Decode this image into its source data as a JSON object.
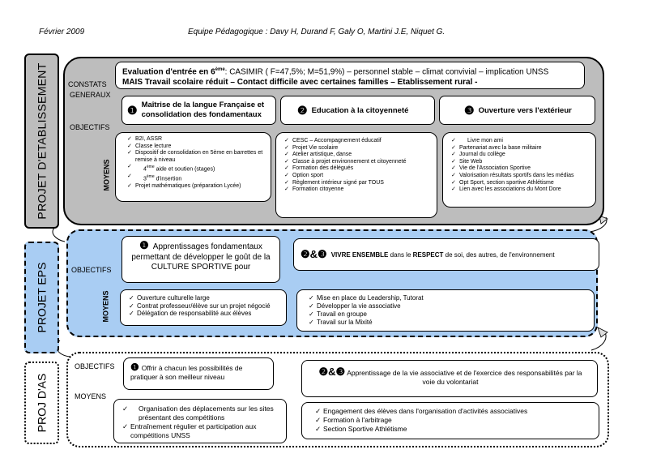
{
  "header": {
    "date": "Février 2009",
    "team": "Equipe Pédagogique : Davy H, Durand F, Galy O, Martini J.E, Niquet G."
  },
  "etablissement": {
    "side_label": "PROJET D'ETABLISSEMENT",
    "constats_label_1": "CONSTATS",
    "constats_label_2": "GENERAUX",
    "objectifs_label": "OBJECTIFS",
    "moyens_label": "MOYENS",
    "constats_line1_bold": "Evaluation d'entrée en 6",
    "constats_sup": "ème",
    "constats_line1_rest": ": CASIMIR ( F=47,5%; M=51,9%) – personnel stable – climat convivial – implication UNSS",
    "constats_line2": "MAIS Travail scolaire réduit – Contact difficile avec certaines familles – Etablissement rural -",
    "objectives": [
      {
        "num": "❶",
        "text": "Maîtrise de la langue Française et consolidation des fondamentaux"
      },
      {
        "num": "❷",
        "text": "Education à la citoyenneté"
      },
      {
        "num": "❸",
        "text": "Ouverture vers l'extérieur"
      }
    ],
    "moyens1": {
      "i1": "B2I, ASSR",
      "i2": "Classe lecture",
      "i3": "Dispositif de consolidation en 5ème en barrettes et remise à niveau",
      "i4_num": "4",
      "i4_sup": "ème",
      "i4_rest": " aide et soutien (stages)",
      "i5_num": "3",
      "i5_sup": "ème",
      "i5_rest": " d'insertion",
      "i6": "Projet mathématiques (préparation Lycée)"
    },
    "moyens2": [
      "CESC – Accompagnement éducatif",
      "Projet Vie scolaire",
      "Atelier artistique, danse",
      "Classe à projet environnement et citoyenneté",
      "Formation des délégués",
      "Option sport",
      "Règlement intérieur signé par TOUS",
      "Formation citoyenne"
    ],
    "moyens3": [
      "Livre mon ami",
      "Partenariat avec la base militaire",
      "Journal du collège",
      "Site Web",
      "Vie de l'Association Sportive",
      "Valorisation résultats sportifs dans les médias",
      "Opt Sport, section sportive Athlétisme",
      "Lien avec les associations du Mont Dore"
    ]
  },
  "eps": {
    "side_label": "PROJET EPS",
    "objectifs_label": "OBJECTIFS",
    "moyens_label": "MOYENS",
    "obj1_num": "❶",
    "obj1_text": "Apprentissages fondamentaux permettant de développer le goût de la CULTURE SPORTIVE pour",
    "obj2_num": "❷&❸",
    "obj2_pre": "VIVRE ENSEMBLE",
    "obj2_mid": " dans le ",
    "obj2_bold": "RESPECT",
    "obj2_post": " de soi, des autres, de l'environnement",
    "moyens1": [
      "Ouverture culturelle large",
      "Contrat professeur/élève sur un projet négocié",
      "Délégation de responsabilité aux élèves"
    ],
    "moyens2": [
      "Mise en place du Leadership, Tutorat",
      "Développer la vie associative",
      "Travail en groupe",
      "Travail sur la Mixité"
    ]
  },
  "as": {
    "side_label": "PROJ D'AS",
    "objectifs_label": "OBJECTIFS",
    "moyens_label": "MOYENS",
    "obj1_num": "❶",
    "obj1_text": "Offrir à chacun les possibilités de pratiquer à son meilleur niveau",
    "obj2_num": "❷&❸",
    "obj2_text": "Apprentissage de la vie associative et de l'exercice des responsabilités par la voie du volontariat",
    "moyens1": [
      "Organisation des déplacements sur les sites présentant des compétitions",
      "Entraînement régulier et participation aux compétitions UNSS"
    ],
    "moyens2": [
      "Engagement des élèves dans l'organisation d'activités associatives",
      "Formation à l'arbitrage",
      "Section Sportive Athlétisme"
    ]
  }
}
